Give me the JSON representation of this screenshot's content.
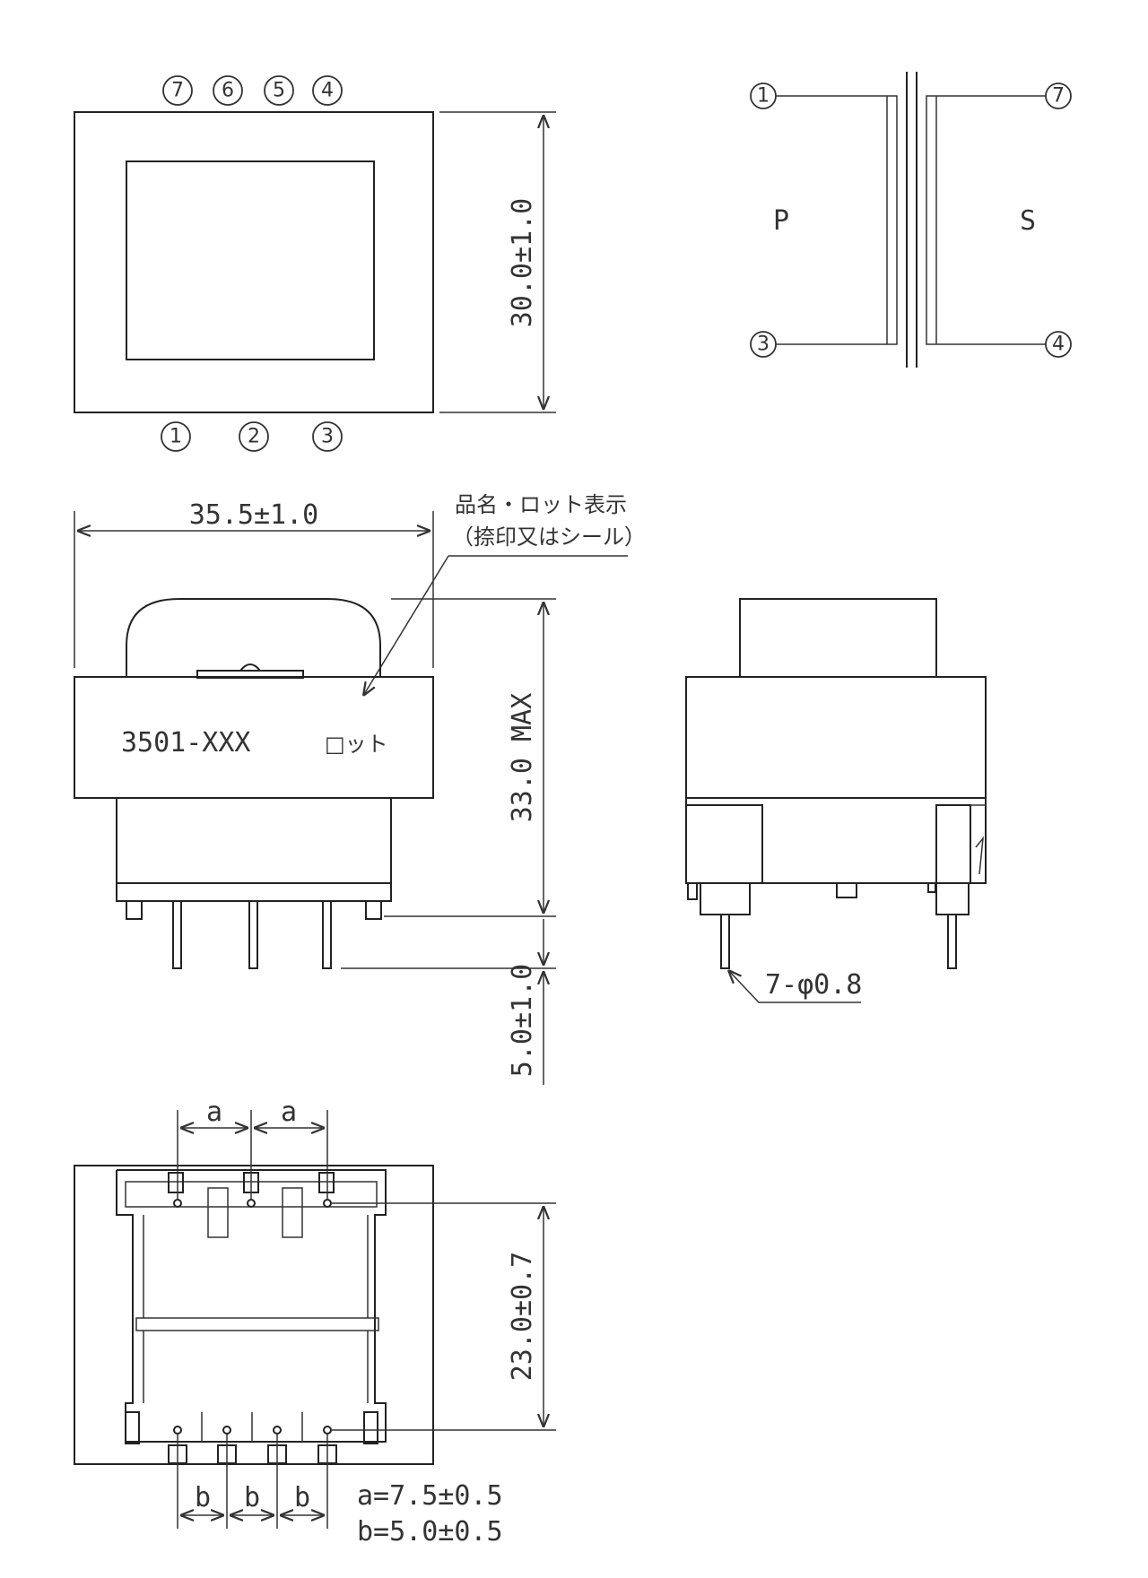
{
  "top_view": {
    "pins_top": [
      "7",
      "6",
      "5",
      "4"
    ],
    "pins_bottom": [
      "1",
      "2",
      "3"
    ],
    "height_dim": "30.0±1.0"
  },
  "schematic": {
    "primary_label": "P",
    "secondary_label": "S",
    "pins": {
      "p_top": "1",
      "p_bottom": "3",
      "s_top": "7",
      "s_bottom": "4"
    }
  },
  "front_view": {
    "width_dim": "35.5±1.0",
    "marking_callout_line1": "品名・ロット表示",
    "marking_callout_line2": "（捺印又はシール）",
    "part_marking": "3501-XXX",
    "lot_label": "□ット",
    "height_dim": "33.0 MAX",
    "lead_dim": "5.0±1.0"
  },
  "side_view": {
    "pin_note": "7-φ0.8"
  },
  "bottom_view": {
    "pitch_a": "a",
    "pitch_b": "b",
    "depth_dim": "23.0±0.7",
    "note_a": "a=7.5±0.5",
    "note_b": "b=5.0±0.5"
  }
}
